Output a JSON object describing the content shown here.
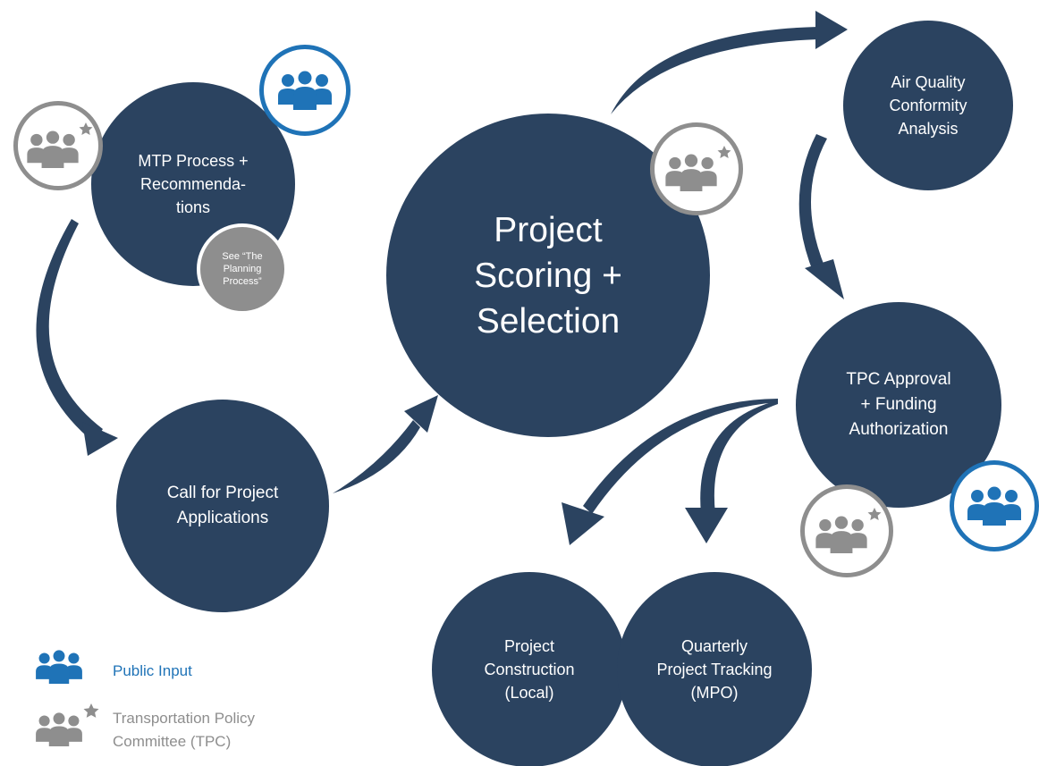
{
  "nodes": {
    "mtp": "MTP Process +\nRecommenda-\ntions",
    "call": "Call for Project\nApplications",
    "scoring": "Project\nScoring +\nSelection",
    "air": "Air Quality\nConformity\nAnalysis",
    "tpc_approval": "TPC Approval\n+ Funding\nAuthorization",
    "construction": "Project\nConstruction\n(Local)",
    "tracking": "Quarterly\nProject Tracking\n(MPO)"
  },
  "see_note": "See “The\nPlanning\nProcess”",
  "legend": {
    "public_input": "Public Input",
    "tpc": "Transportation Policy\nCommittee (TPC)"
  },
  "colors": {
    "navy": "#2b4360",
    "public_blue": "#1f73b7",
    "tpc_gray": "#8e8e8e"
  },
  "icons": {
    "public": "people-group-icon",
    "tpc": "people-group-star-icon"
  }
}
